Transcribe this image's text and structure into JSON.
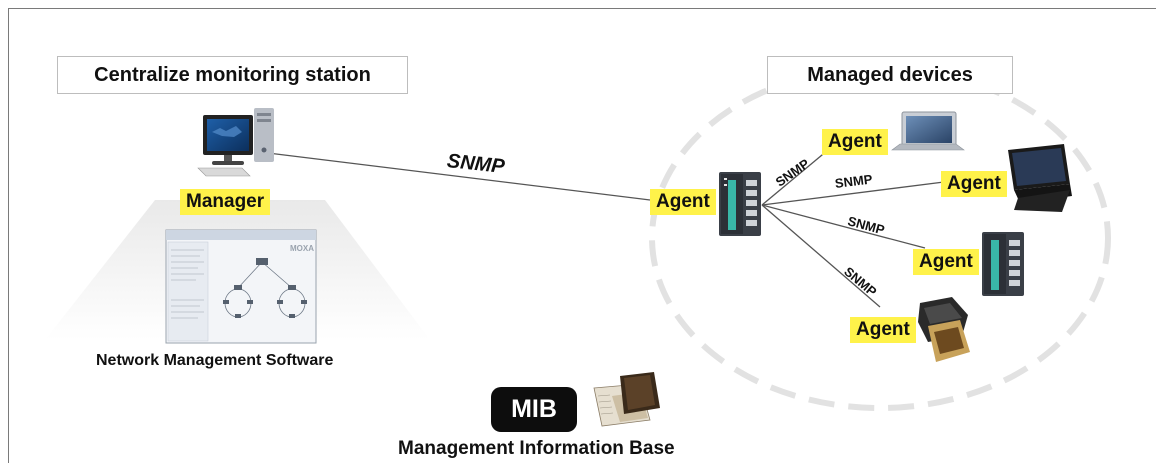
{
  "headers": {
    "monitoring_station": "Centralize monitoring station",
    "managed_devices": "Managed devices"
  },
  "manager_label": "Manager",
  "software_caption": "Network Management Software",
  "software_window_brand": "MOXA",
  "main_link_label": "SNMP",
  "agent_label": "Agent",
  "device_links": [
    "SNMP",
    "SNMP",
    "SNMP",
    "SNMP"
  ],
  "mib": {
    "badge": "MIB",
    "caption": "Management Information Base"
  },
  "colors": {
    "agent_highlight": "#fff24a",
    "badge_bg": "#0d0d0d",
    "dashed_ellipse": "#e2e2e2",
    "link_line": "#555555"
  },
  "icons": [
    "desktop-computer-icon",
    "network-switch-icon",
    "laptop-icon",
    "printer-icon",
    "book-icon"
  ]
}
